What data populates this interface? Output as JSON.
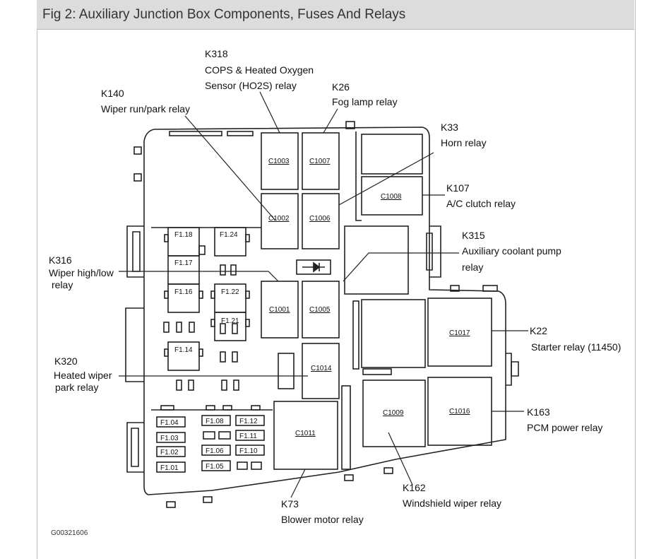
{
  "title": "Fig 2: Auxiliary Junction Box Components, Fuses And Relays",
  "figure_code": "G00321606",
  "components": {
    "c1003": "C1003",
    "c1007": "C1007",
    "c1002": "C1002",
    "c1006": "C1006",
    "c1008": "C1008",
    "c1001": "C1001",
    "c1005": "C1005",
    "c1014": "C1014",
    "c1017": "C1017",
    "c1009": "C1009",
    "c1016": "C1016",
    "c1011": "C1011"
  },
  "fuses": {
    "f118": "F1.18",
    "f124": "F1.24",
    "f117": "F1.17",
    "f116": "F1.16",
    "f122": "F1.22",
    "f121": "F1.21",
    "f114": "F1.14",
    "f104": "F1.04",
    "f103": "F1.03",
    "f102": "F1.02",
    "f101": "F1.01",
    "f108": "F1.08",
    "f112": "F1.12",
    "f111": "F1.11",
    "f106": "F1.06",
    "f110": "F1.10",
    "f105": "F1.05"
  },
  "labels": {
    "k318": {
      "code": "K318",
      "line1": "COPS & Heated Oxygen",
      "line2": "Sensor (HO2S) relay"
    },
    "k140": {
      "code": "K140",
      "line1": "Wiper run/park relay"
    },
    "k26": {
      "code": "K26",
      "line1": "Fog lamp relay"
    },
    "k33": {
      "code": "K33",
      "line1": "Horn relay"
    },
    "k107": {
      "code": "K107",
      "line1": "A/C clutch relay"
    },
    "k315": {
      "code": "K315",
      "line1": "Auxiliary coolant pump",
      "line2": "relay"
    },
    "k316": {
      "code": "K316",
      "line1": "Wiper high/low",
      "line2": "relay"
    },
    "k22": {
      "code": "K22",
      "line1": "Starter relay (11450)"
    },
    "k320": {
      "code": "K320",
      "line1": "Heated wiper",
      "line2": "park relay"
    },
    "k163": {
      "code": "K163",
      "line1": "PCM power relay"
    },
    "k162": {
      "code": "K162",
      "line1": "Windshield wiper relay"
    },
    "k73": {
      "code": "K73",
      "line1": "Blower motor relay"
    }
  }
}
